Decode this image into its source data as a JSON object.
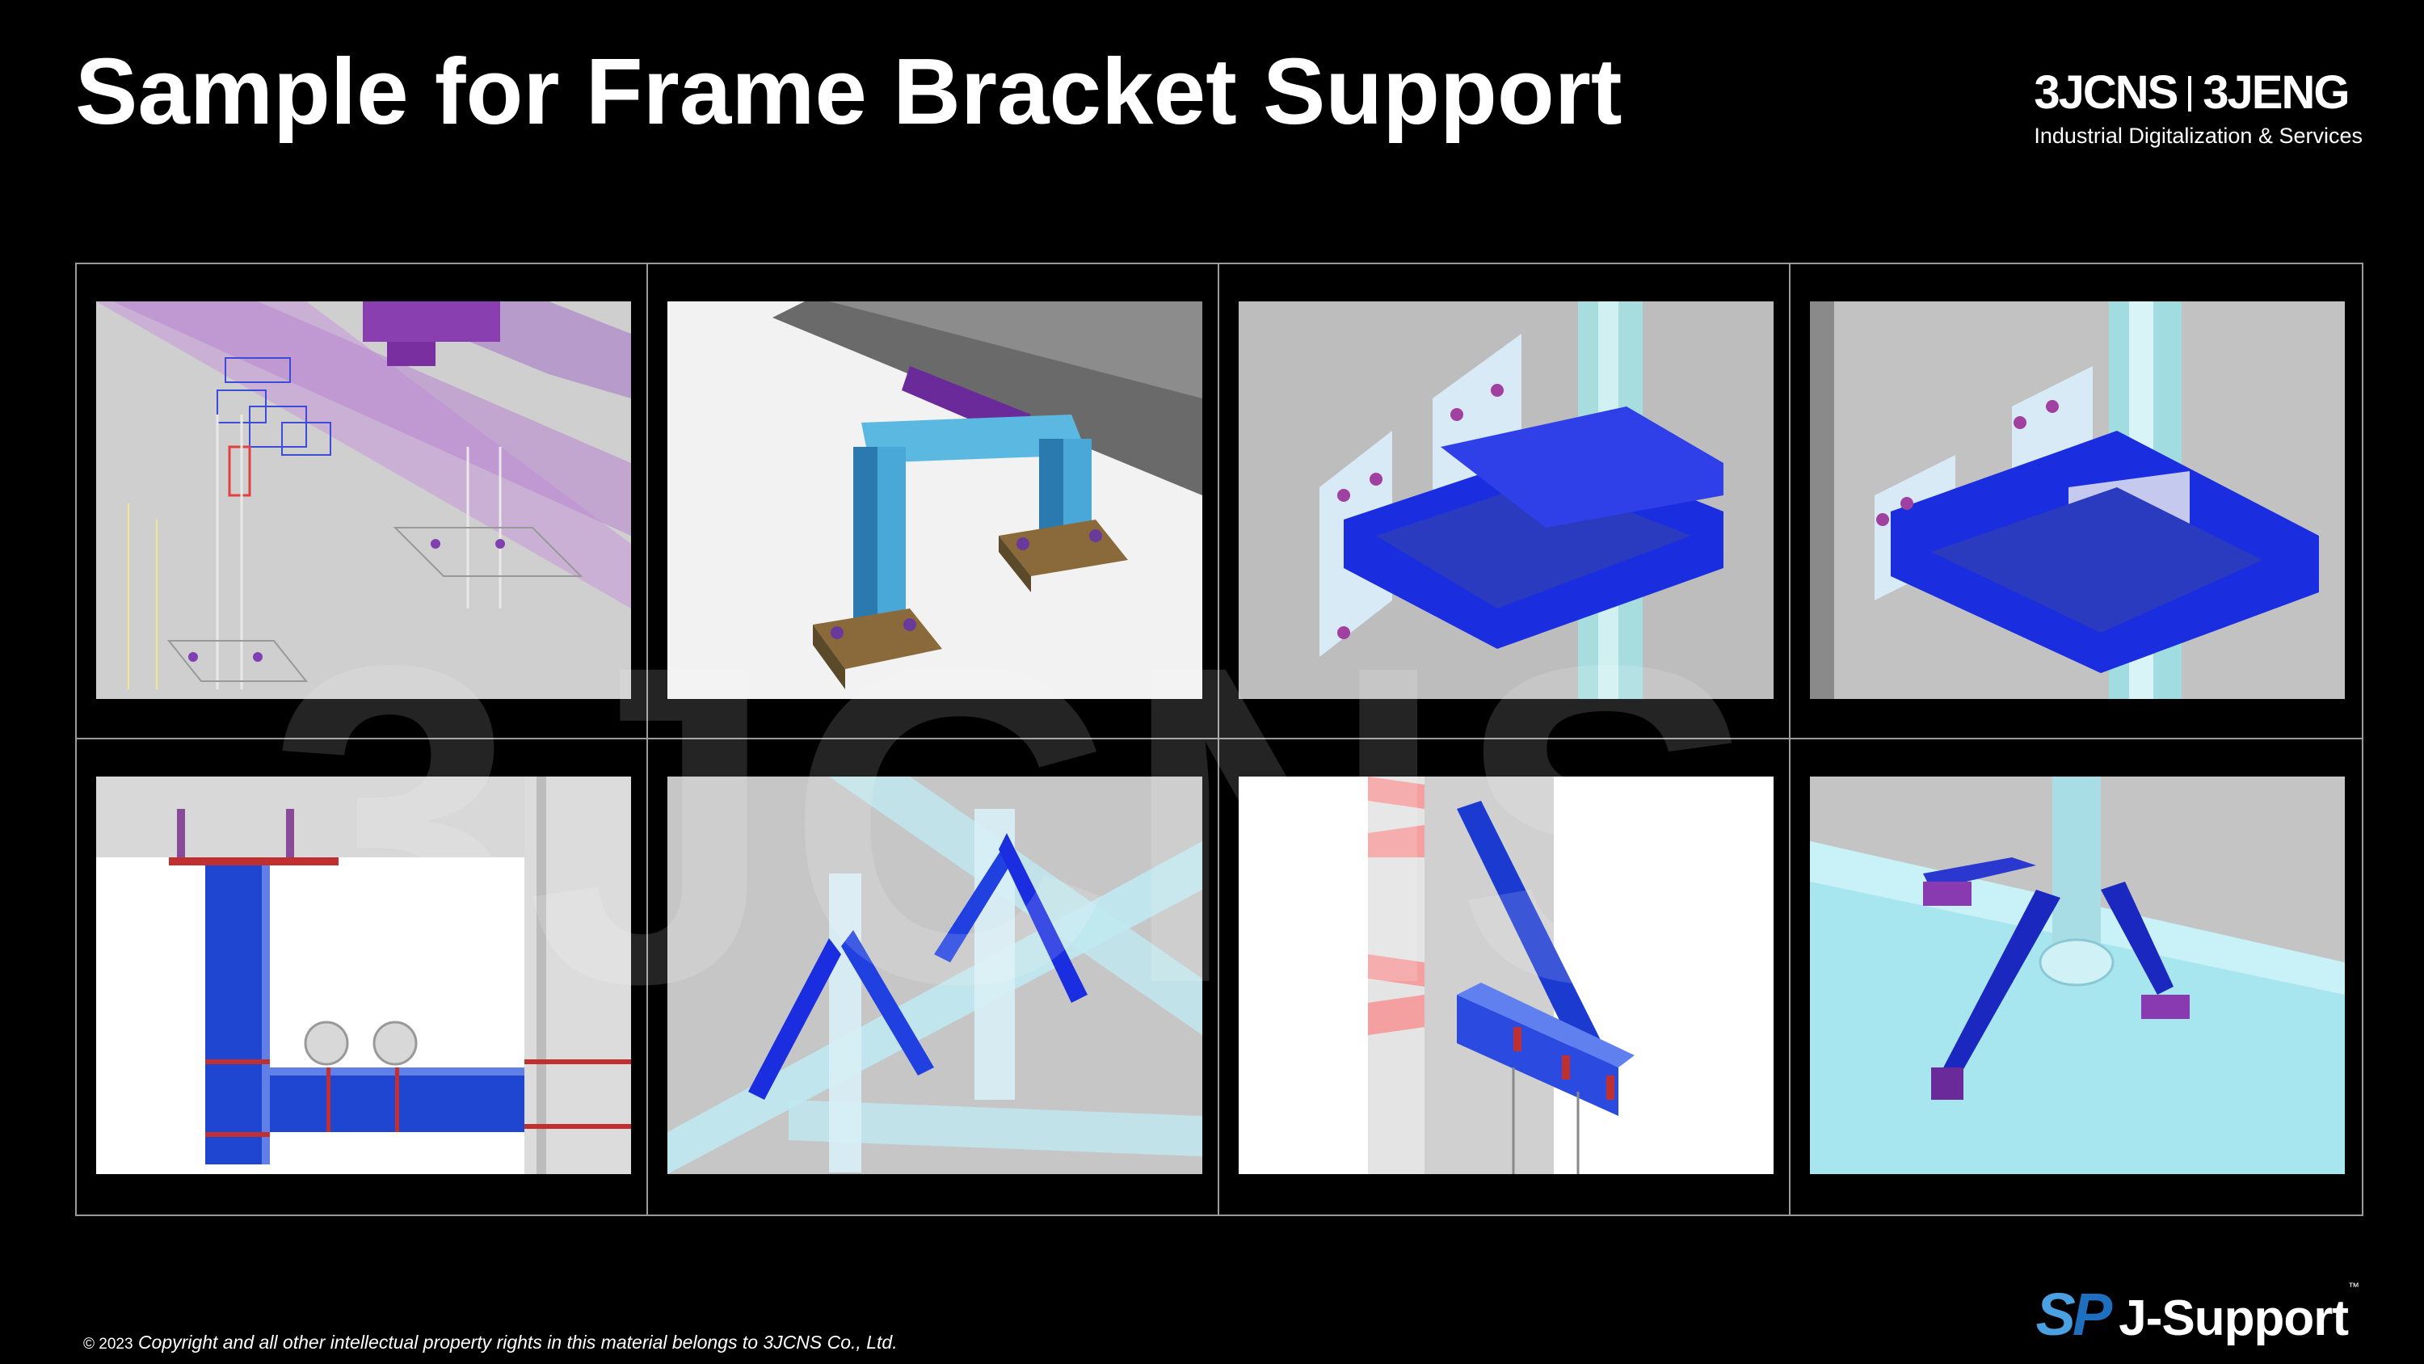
{
  "title": "Sample for Frame Bracket Support",
  "logo": {
    "left": "3JCNS",
    "right": "3JENG",
    "tagline": "Industrial Digitalization & Services"
  },
  "watermark": "3JCNS",
  "images": [
    {
      "name": "frame-bracket-image-1",
      "icon": "wireframe-pipe-support"
    },
    {
      "name": "frame-bracket-image-2",
      "icon": "portal-frame-support"
    },
    {
      "name": "frame-bracket-image-3",
      "icon": "wall-bracket-frame"
    },
    {
      "name": "frame-bracket-image-4",
      "icon": "column-bracket-frame"
    },
    {
      "name": "frame-bracket-image-5",
      "icon": "ceiling-hung-frame"
    },
    {
      "name": "frame-bracket-image-6",
      "icon": "braced-frame-support"
    },
    {
      "name": "frame-bracket-image-7",
      "icon": "knee-brace-bracket"
    },
    {
      "name": "frame-bracket-image-8",
      "icon": "pipe-mounted-bracket"
    }
  ],
  "footer": {
    "year": "© 2023",
    "text": "Copyright and all other intellectual property rights in this material belongs to 3JCNS Co., Ltd."
  },
  "brand": {
    "mark_s": "S",
    "mark_p": "P",
    "name": "J-Support",
    "tm": "™"
  }
}
